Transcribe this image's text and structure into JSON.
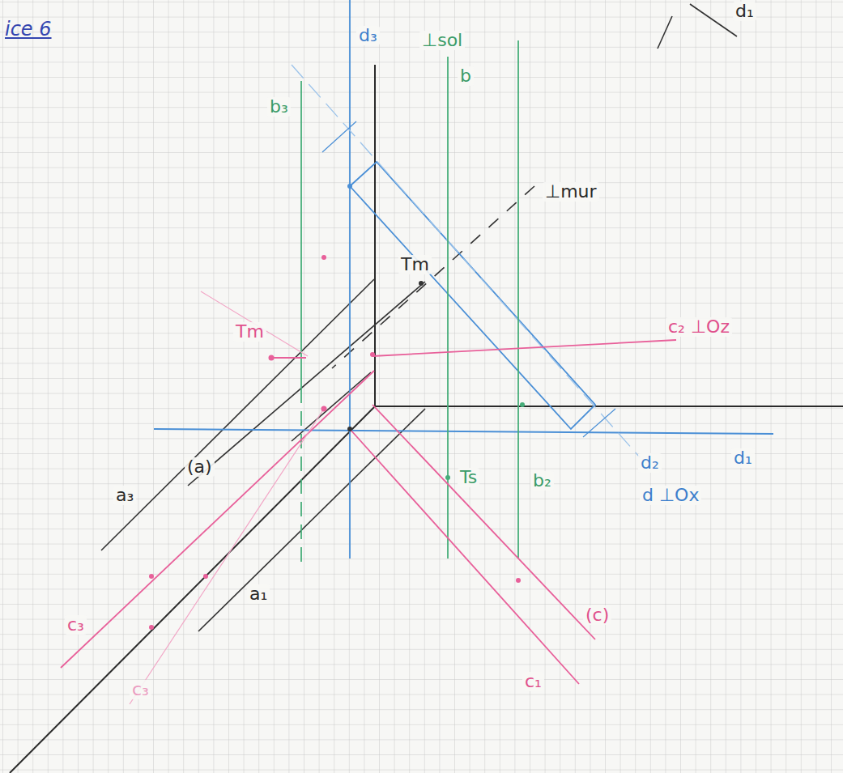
{
  "diagram": {
    "title": "ice 6",
    "labels": [
      "d₃",
      "⊥sol",
      "b",
      "b₃",
      "⊥mur",
      "Tm",
      "Tm",
      "c₂ ⊥Oz",
      "a₃",
      "(a)",
      "a₁",
      "c₃",
      "c₃",
      "(c)",
      "c₁",
      "Ts",
      "b₂",
      "d₂",
      "d₁",
      "d ⊥Ox",
      "d₁"
    ]
  }
}
